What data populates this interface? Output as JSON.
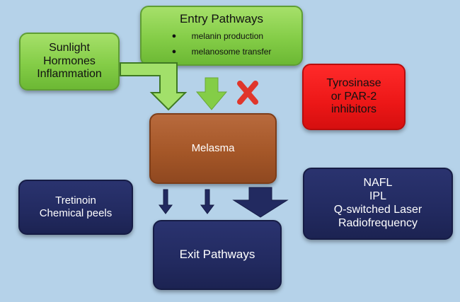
{
  "entry": {
    "title": "Entry Pathways",
    "items": [
      "melanin production",
      "melanosome transfer"
    ],
    "bullet": "●"
  },
  "triggers": {
    "lines": [
      "Sunlight",
      "Hormones",
      "Inflammation"
    ]
  },
  "inhibitors": {
    "lines": [
      "Tyrosinase",
      "or PAR-2",
      "inhibitors"
    ]
  },
  "melasma": {
    "label": "Melasma"
  },
  "topical": {
    "lines": [
      "Tretinoin",
      "Chemical peels"
    ]
  },
  "devices": {
    "lines": [
      "NAFL",
      "IPL",
      "Q-switched Laser",
      "Radiofrequency"
    ]
  },
  "exit": {
    "label": "Exit Pathways"
  },
  "colors": {
    "background": "#b5d2e9",
    "green": "#84cd47",
    "red": "#ec1717",
    "brown": "#a55728",
    "navy": "#222a60",
    "block_icon": "#e0362b"
  },
  "icons": {
    "block": "x-icon",
    "flow_in": "arrow-down-icon",
    "flow_out": "arrow-down-icon"
  }
}
